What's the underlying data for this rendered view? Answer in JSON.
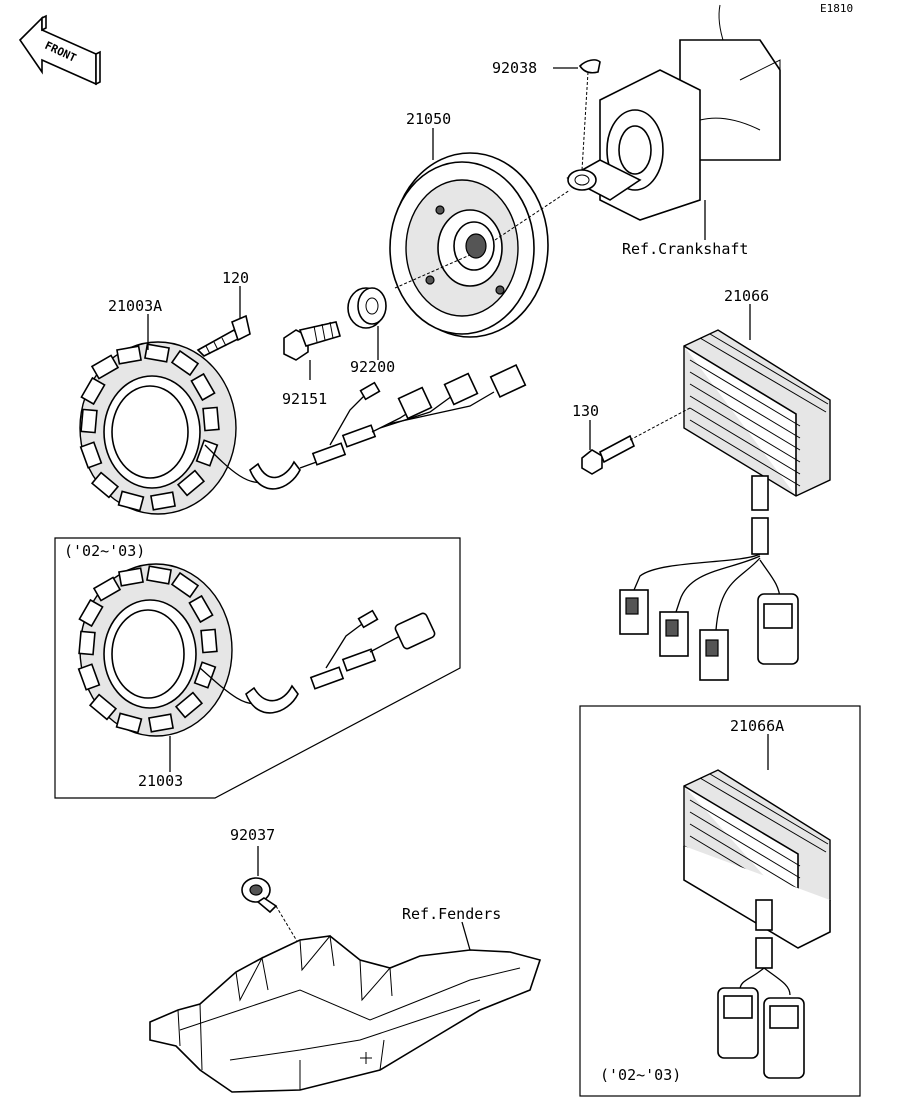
{
  "diagram_code": "E1810",
  "front_arrow_label": "FRONT",
  "parts": {
    "key": "92038",
    "flywheel": "21050",
    "crankshaft_ref": "Ref.Crankshaft",
    "stator_main": "21003A",
    "bolt_120": "120",
    "bolt_92151": "92151",
    "washer": "92200",
    "regulator": "21066",
    "bolt_130": "130",
    "stator_alt": "21003",
    "stator_alt_years": "('02~'03)",
    "clamp": "92037",
    "fenders_ref": "Ref.Fenders",
    "regulator_alt": "21066A",
    "regulator_alt_years": "('02~'03)"
  }
}
